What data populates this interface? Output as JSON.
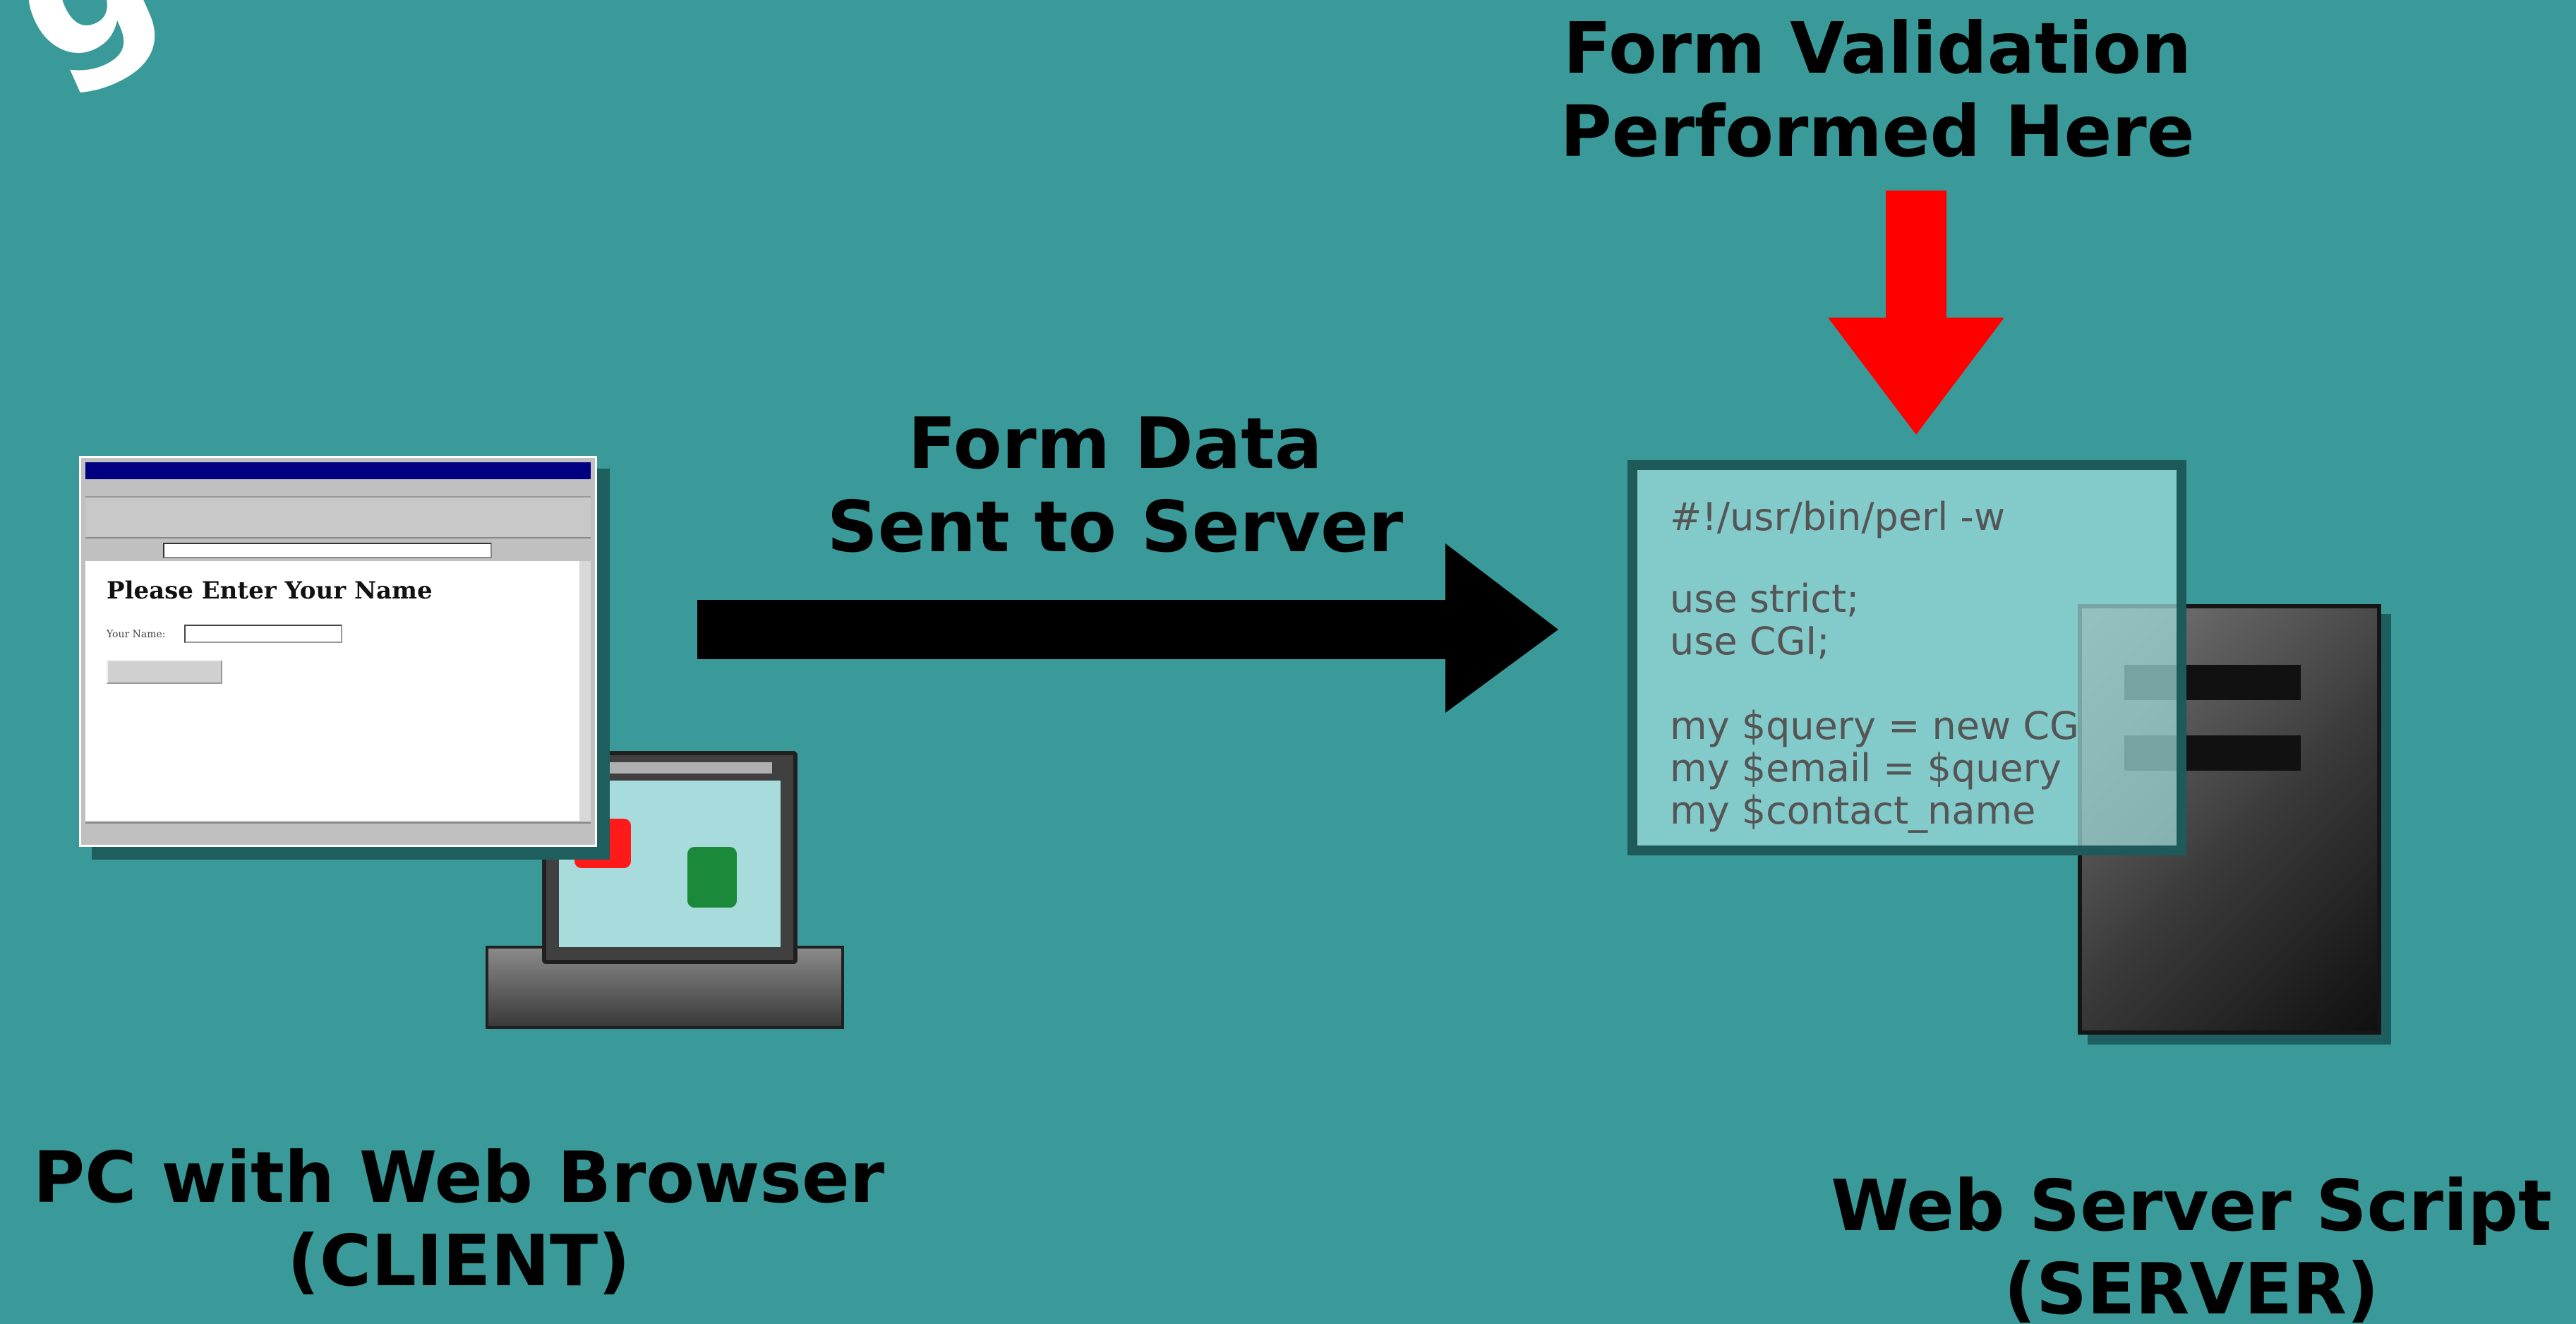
{
  "corner_title": "g Serv",
  "labels": {
    "validation_line1": "Form Validation",
    "validation_line2": "Performed Here",
    "formdata_line1": "Form Data",
    "formdata_line2": "Sent to Server",
    "client_line1": "PC with Web Browser",
    "client_line2": "(CLIENT)",
    "server_line1": "Web Server Script",
    "server_line2": "(SERVER)"
  },
  "browser": {
    "heading": "Please Enter Your Name",
    "field_label": "Your Name:"
  },
  "script": {
    "lines": [
      "#!/usr/bin/perl -w",
      "use strict;",
      "use CGI;",
      "my $query = new CG",
      "my $email = $query",
      "my $contact_name"
    ]
  },
  "colors": {
    "background": "#3a9a9a",
    "arrow_main": "#000000",
    "arrow_validation": "#ff0000",
    "text": "#000000"
  },
  "icons": {
    "client": "pc-with-browser-icon",
    "server": "server-tower-icon"
  }
}
